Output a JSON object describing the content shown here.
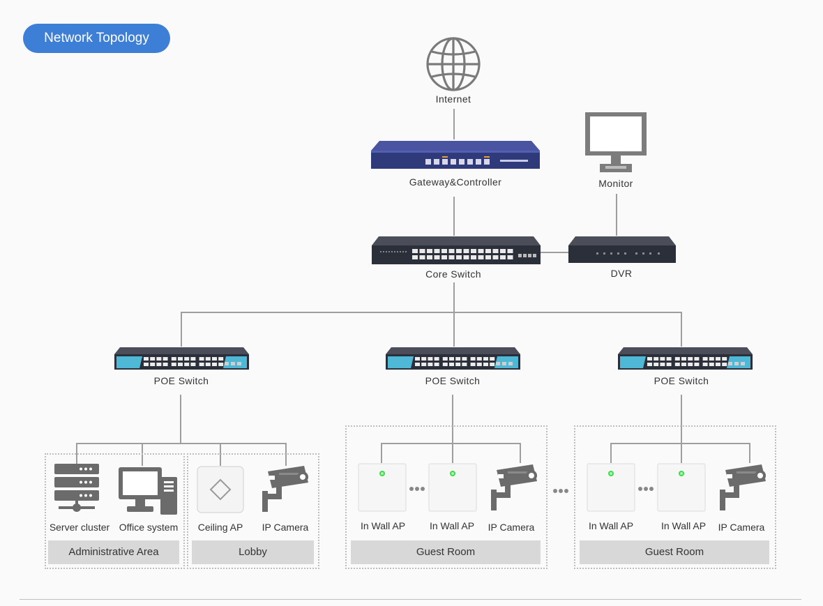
{
  "title": "Network Topology",
  "nodes": {
    "internet": "Internet",
    "gateway": "Gateway&Controller",
    "monitor": "Monitor",
    "core_switch": "Core Switch",
    "dvr": "DVR",
    "poe_switches": [
      "POE Switch",
      "POE Switch",
      "POE Switch"
    ]
  },
  "areas": [
    {
      "name": "Administrative Area",
      "devices": [
        "Server cluster",
        "Office system"
      ]
    },
    {
      "name": "Lobby",
      "devices": [
        "Ceiling AP",
        "IP Camera"
      ]
    },
    {
      "name": "Guest Room",
      "devices": [
        "In Wall AP",
        "In Wall AP",
        "IP Camera"
      ]
    },
    {
      "name": "Guest Room",
      "devices": [
        "In Wall AP",
        "In Wall AP",
        "IP Camera"
      ]
    }
  ],
  "colors": {
    "accent": "#3d7fd6",
    "line": "#9e9e9e",
    "device_body": "#2b2f3a",
    "gateway_body": "#2e3a7a",
    "poe_stripe": "#4fb8d6",
    "led": "#3ddc4a"
  },
  "icons": [
    "globe-icon",
    "monitor-icon",
    "server-icon",
    "computer-icon",
    "ceiling-ap-icon",
    "camera-icon",
    "in-wall-ap-icon",
    "ellipsis-icon"
  ]
}
